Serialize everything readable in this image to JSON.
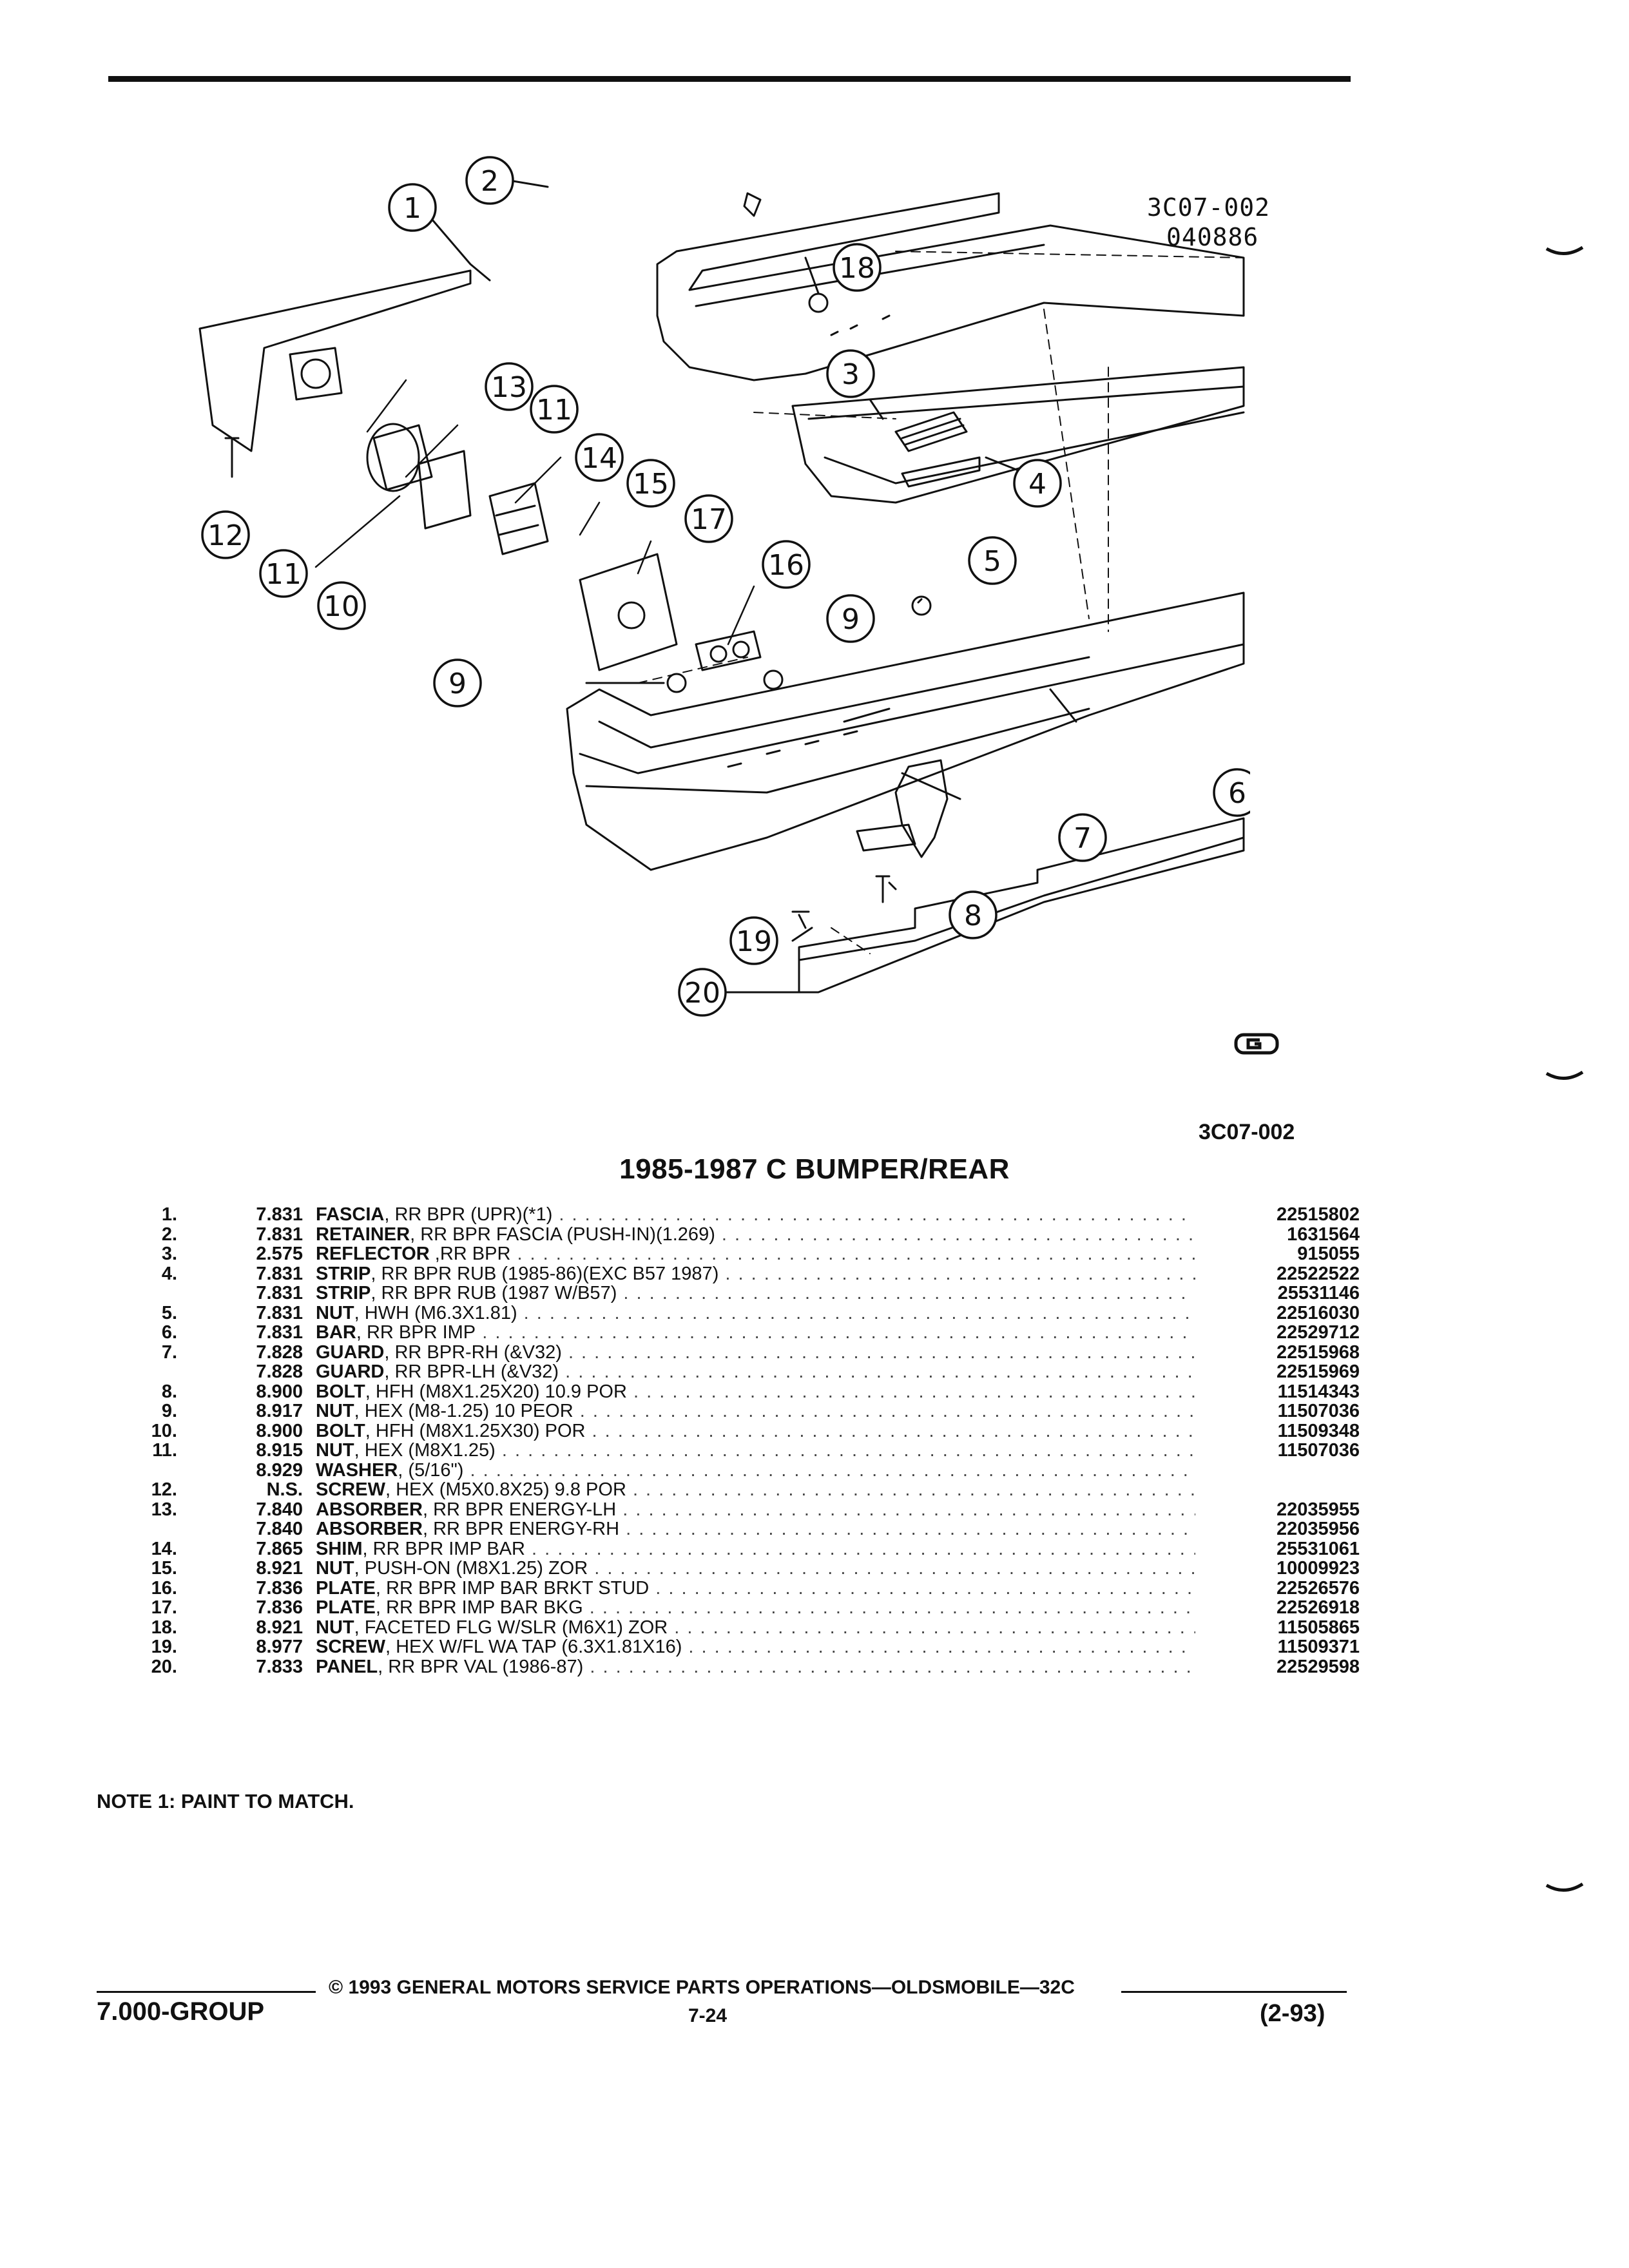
{
  "header": {
    "figure_code": "3C07-002",
    "figure_date": "040886"
  },
  "diagram_labels": [
    "1",
    "2",
    "3",
    "4",
    "5",
    "6",
    "7",
    "8",
    "9",
    "9",
    "10",
    "11",
    "11",
    "12",
    "13",
    "14",
    "15",
    "16",
    "17",
    "18",
    "19",
    "20"
  ],
  "figure_ref": "3C07-002",
  "title": "1985-1987 C BUMPER/REAR",
  "parts": [
    {
      "num": "1.",
      "group": "7.831",
      "name": "FASCIA",
      "spec": ", RR BPR (UPR)(*1)",
      "part": "22515802"
    },
    {
      "num": "2.",
      "group": "7.831",
      "name": "RETAINER",
      "spec": ", RR BPR FASCIA (PUSH-IN)(1.269)",
      "part": "1631564"
    },
    {
      "num": "3.",
      "group": "2.575",
      "name": "REFLECTOR",
      "spec": " ,RR BPR",
      "part": "915055"
    },
    {
      "num": "4.",
      "group": "7.831",
      "name": "STRIP",
      "spec": ", RR BPR RUB (1985-86)(EXC B57 1987)",
      "part": "22522522"
    },
    {
      "num": "",
      "group": "7.831",
      "name": "STRIP",
      "spec": ", RR BPR RUB (1987 W/B57)",
      "part": "25531146"
    },
    {
      "num": "5.",
      "group": "7.831",
      "name": "NUT",
      "spec": ", HWH (M6.3X1.81)",
      "part": "22516030"
    },
    {
      "num": "6.",
      "group": "7.831",
      "name": "BAR",
      "spec": ", RR BPR IMP",
      "part": "22529712"
    },
    {
      "num": "7.",
      "group": "7.828",
      "name": "GUARD",
      "spec": ", RR BPR-RH (&V32)",
      "part": "22515968"
    },
    {
      "num": "",
      "group": "7.828",
      "name": "GUARD",
      "spec": ", RR BPR-LH (&V32)",
      "part": "22515969"
    },
    {
      "num": "8.",
      "group": "8.900",
      "name": "BOLT",
      "spec": ", HFH (M8X1.25X20) 10.9 POR",
      "part": "11514343"
    },
    {
      "num": "9.",
      "group": "8.917",
      "name": "NUT",
      "spec": ", HEX (M8-1.25) 10 PEOR",
      "part": "11507036"
    },
    {
      "num": "10.",
      "group": "8.900",
      "name": "BOLT",
      "spec": ", HFH (M8X1.25X30) POR",
      "part": "11509348"
    },
    {
      "num": "11.",
      "group": "8.915",
      "name": "NUT",
      "spec": ", HEX (M8X1.25)",
      "part": "11507036"
    },
    {
      "num": "",
      "group": "8.929",
      "name": "WASHER",
      "spec": ", (5/16\")",
      "part": ""
    },
    {
      "num": "12.",
      "group": "N.S.",
      "name": "SCREW",
      "spec": ", HEX (M5X0.8X25) 9.8 POR",
      "part": ""
    },
    {
      "num": "13.",
      "group": "7.840",
      "name": "ABSORBER",
      "spec": ", RR BPR ENERGY-LH",
      "part": "22035955"
    },
    {
      "num": "",
      "group": "7.840",
      "name": "ABSORBER",
      "spec": ", RR BPR ENERGY-RH",
      "part": "22035956"
    },
    {
      "num": "14.",
      "group": "7.865",
      "name": "SHIM",
      "spec": ", RR BPR IMP BAR",
      "part": "25531061"
    },
    {
      "num": "15.",
      "group": "8.921",
      "name": "NUT",
      "spec": ", PUSH-ON (M8X1.25) ZOR",
      "part": "10009923"
    },
    {
      "num": "16.",
      "group": "7.836",
      "name": "PLATE",
      "spec": ", RR BPR IMP BAR BRKT STUD",
      "part": "22526576"
    },
    {
      "num": "17.",
      "group": "7.836",
      "name": "PLATE",
      "spec": ", RR BPR IMP BAR BKG",
      "part": "22526918"
    },
    {
      "num": "18.",
      "group": "8.921",
      "name": "NUT",
      "spec": ", FACETED FLG W/SLR (M6X1) ZOR",
      "part": "11505865"
    },
    {
      "num": "19.",
      "group": "8.977",
      "name": "SCREW",
      "spec": ", HEX W/FL WA TAP (6.3X1.81X16)",
      "part": "11509371"
    },
    {
      "num": "20.",
      "group": "7.833",
      "name": "PANEL",
      "spec": ", RR BPR VAL (1986-87)",
      "part": "22529598"
    }
  ],
  "note": "NOTE  1:  PAINT TO MATCH.",
  "footer": {
    "copyright": "©  1993  GENERAL MOTORS SERVICE PARTS OPERATIONS—OLDSMOBILE—32C",
    "group": "7.000-GROUP",
    "page": "7-24",
    "date": "(2-93)"
  }
}
